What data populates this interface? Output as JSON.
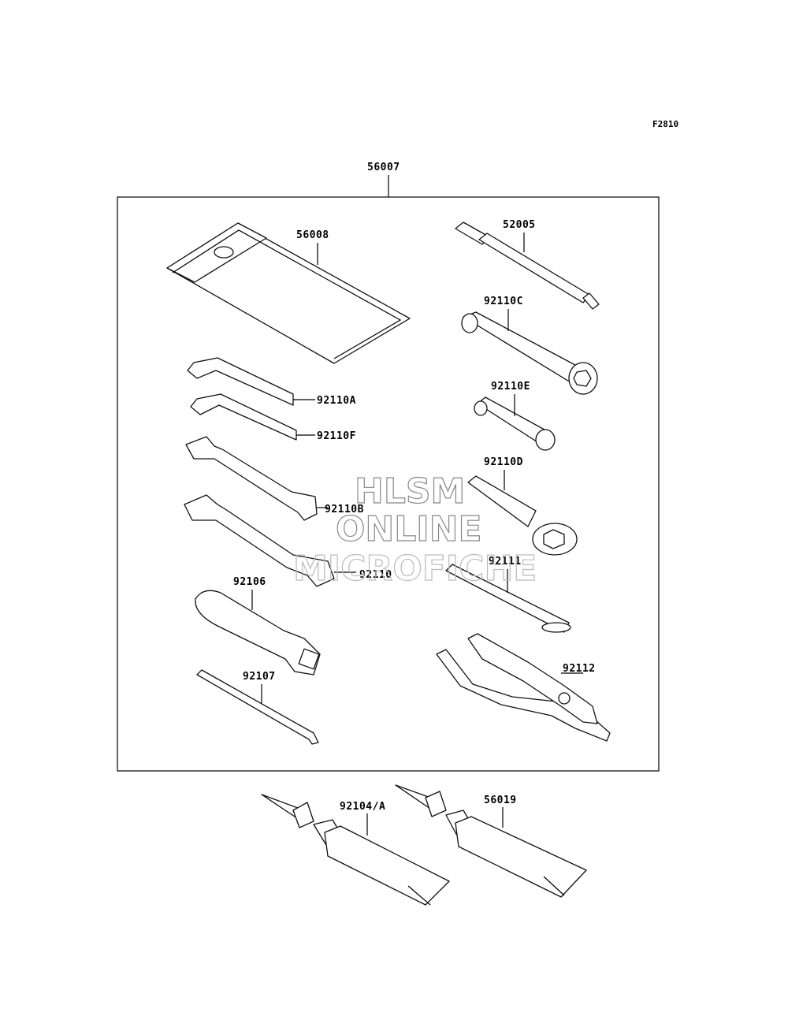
{
  "figure_code": "F2810",
  "kit_label": "56007",
  "parts": {
    "case": "56008",
    "plug_wrench_handle": "52005",
    "box_wrench_c": "92110C",
    "box_wrench_e": "92110E",
    "ring_wrench_d": "92110D",
    "hex_key_a": "92110A",
    "hex_key_f": "92110F",
    "open_wrench_b": "92110B",
    "open_wrench": "92110",
    "bar": "92111",
    "screwdriver_handle": "92106",
    "screwdriver_bit": "92107",
    "pliers": "92112",
    "tube_a": "92104/A",
    "tube_b": "56019"
  },
  "watermark": {
    "line1": "HLSM",
    "line2": "ONLINE",
    "line3": "MICROFICHE"
  }
}
